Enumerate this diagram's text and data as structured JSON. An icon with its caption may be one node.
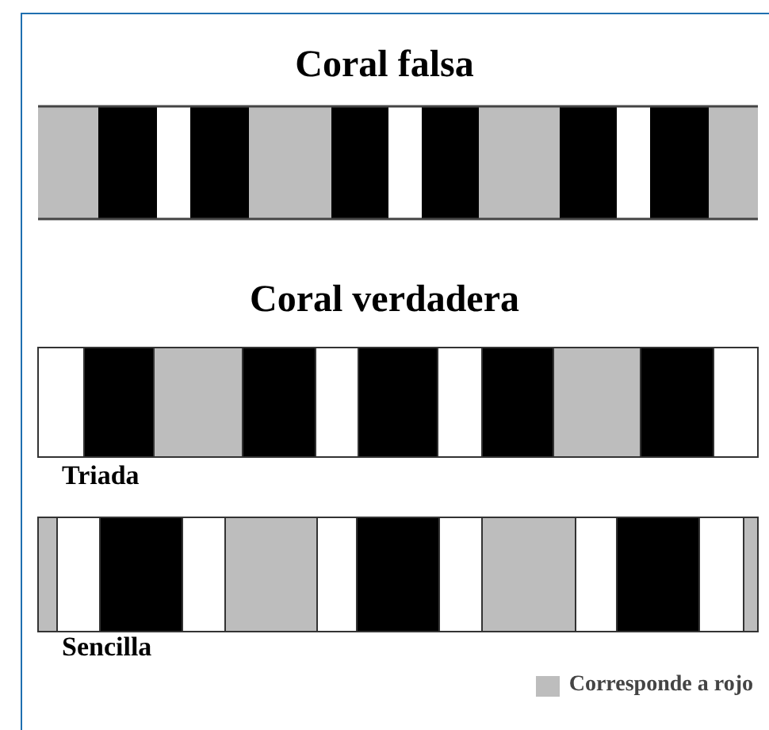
{
  "diagram": {
    "labels": [
      "Coral falsa",
      "Coral verdadera",
      "Triada",
      "Sencilla"
    ],
    "legend": [
      {
        "text": "Corresponde a rojo",
        "color": "#bdbdbd"
      }
    ]
  }
}
